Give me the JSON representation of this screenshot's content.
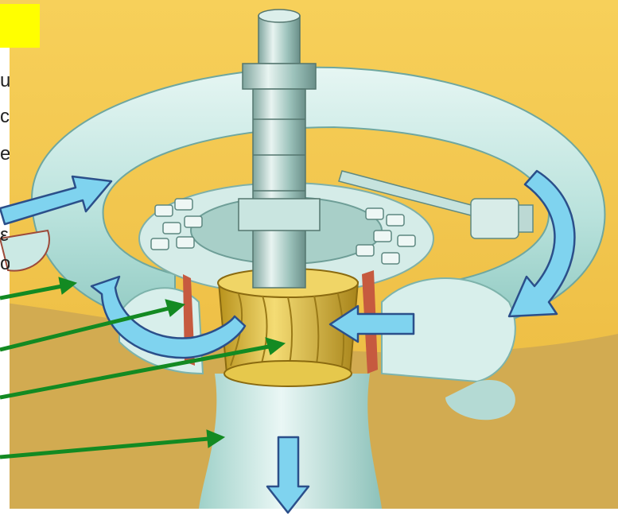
{
  "image": {
    "description_name": "francis-turbine-cutaway",
    "colors": {
      "background": "#f2c34a",
      "sand": "#d2ab51",
      "casing": "#b9e2dc",
      "shaft": "#8fb4ad",
      "runner": "#e3c140",
      "flow_arrow": "#7fd3ef",
      "pointer_arrow": "#138a22",
      "banner": "#ffff00"
    },
    "cut_off_text": [
      "u",
      "c",
      "e",
      "ε",
      "o"
    ]
  }
}
